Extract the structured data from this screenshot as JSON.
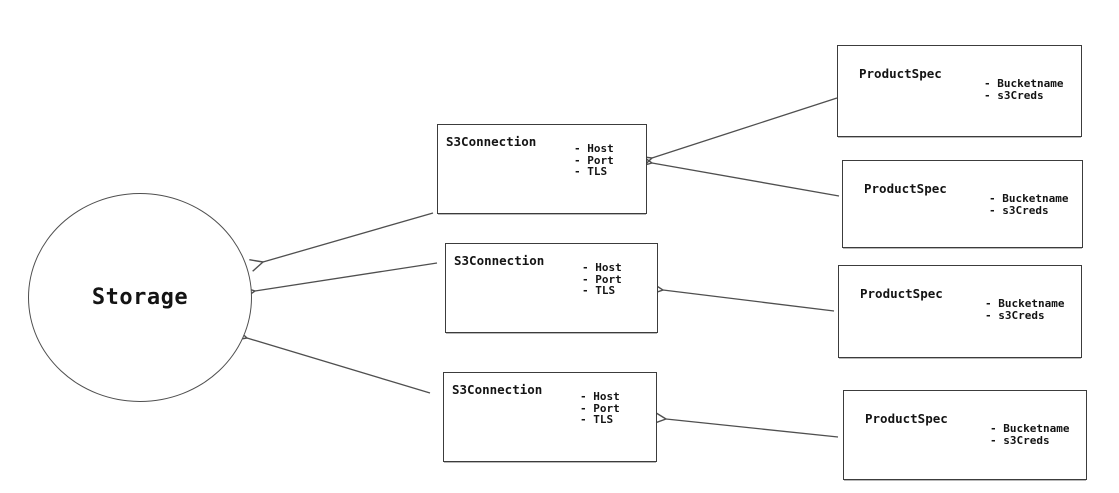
{
  "diagram": {
    "storage": {
      "label": "Storage"
    },
    "s3_connections": [
      {
        "id": "s3-connection-1",
        "title": "S3Connection",
        "attributes": [
          "- Host",
          "- Port",
          "- TLS"
        ]
      },
      {
        "id": "s3-connection-2",
        "title": "S3Connection",
        "attributes": [
          "- Host",
          "- Port",
          "- TLS"
        ]
      },
      {
        "id": "s3-connection-3",
        "title": "S3Connection",
        "attributes": [
          "- Host",
          "- Port",
          "- TLS"
        ]
      }
    ],
    "product_specs": [
      {
        "id": "product-spec-1",
        "title": "ProductSpec",
        "attributes": [
          "- Bucketname",
          "- s3Creds"
        ]
      },
      {
        "id": "product-spec-2",
        "title": "ProductSpec",
        "attributes": [
          "- Bucketname",
          "- s3Creds"
        ]
      },
      {
        "id": "product-spec-3",
        "title": "ProductSpec",
        "attributes": [
          "- Bucketname",
          "- s3Creds"
        ]
      },
      {
        "id": "product-spec-4",
        "title": "ProductSpec",
        "attributes": [
          "- Bucketname",
          "- s3Creds"
        ]
      }
    ],
    "edges": [
      {
        "from": "product-spec-1",
        "to": "s3-connection-1"
      },
      {
        "from": "product-spec-2",
        "to": "s3-connection-1"
      },
      {
        "from": "product-spec-3",
        "to": "s3-connection-2"
      },
      {
        "from": "product-spec-4",
        "to": "s3-connection-3"
      },
      {
        "from": "s3-connection-1",
        "to": "storage"
      },
      {
        "from": "s3-connection-2",
        "to": "storage"
      },
      {
        "from": "s3-connection-3",
        "to": "storage"
      }
    ],
    "colors": {
      "background": "#ffffff",
      "stroke": "#3c3c3c",
      "arrow": "#4f4f4f",
      "text": "#141414"
    }
  }
}
